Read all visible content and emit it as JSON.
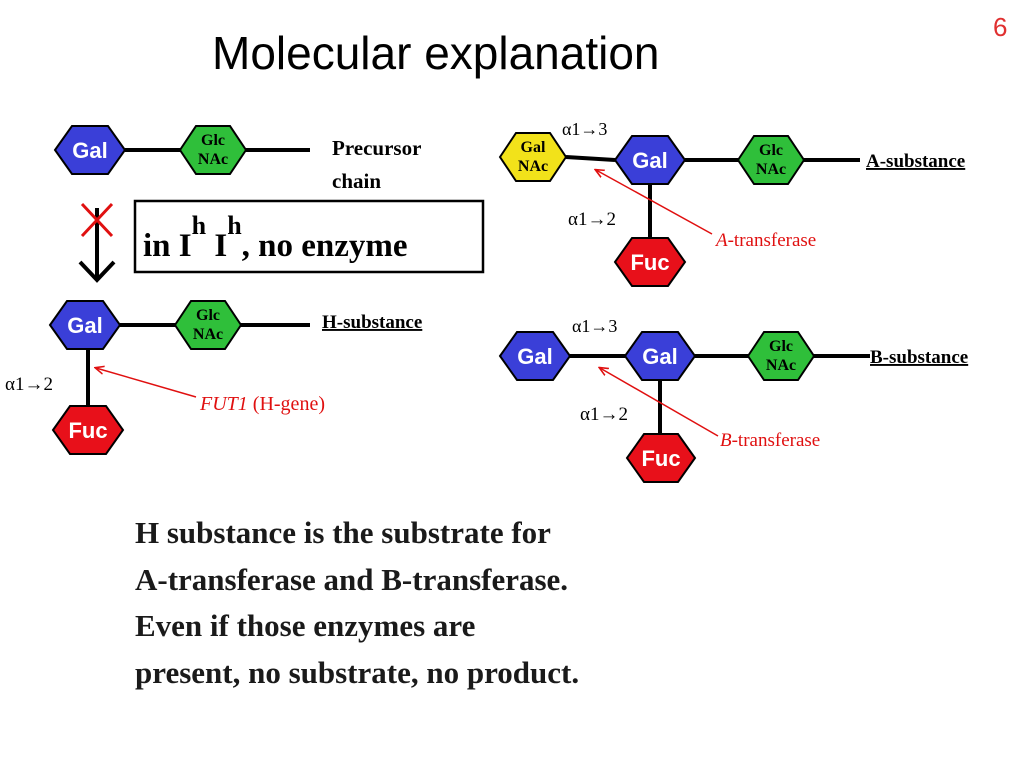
{
  "slide": {
    "title": "Molecular explanation",
    "number": "6"
  },
  "colors": {
    "gal": "#3a3fd8",
    "glcnac": "#2fbf3a",
    "galnac": "#f2e21a",
    "fuc": "#e8101a",
    "annotation": "#e01010"
  },
  "diagram": {
    "sugars": {
      "gal": "Gal",
      "glc_line1": "Glc",
      "glc_line2": "NAc",
      "gal_nac_line1": "Gal",
      "gal_nac_line2": "NAc",
      "fuc": "Fuc"
    },
    "precursor": {
      "label_line1": "Precursor",
      "label_line2": "chain"
    },
    "block": {
      "prefix": "in I",
      "sup1": "h",
      "mid": " I",
      "sup2": "h",
      "suffix": ", no enzyme"
    },
    "h_substance": {
      "label": "H-substance",
      "linkage": "α1→2",
      "enzyme_italic": "FUT1",
      "enzyme_rest": " (H-gene)"
    },
    "a_substance": {
      "label": "A-substance",
      "linkage_top": "α1→3",
      "linkage_side": "α1→2",
      "enzyme_italic": "A",
      "enzyme_rest": "-transferase"
    },
    "b_substance": {
      "label": "B-substance",
      "linkage_top": "α1→3",
      "linkage_side": "α1→2",
      "enzyme_italic": "B",
      "enzyme_rest": "-transferase"
    }
  },
  "caption": [
    "H substance is the substrate for",
    "A-transferase and B-transferase.",
    "Even if those enzymes are",
    "present, no substrate, no product."
  ]
}
